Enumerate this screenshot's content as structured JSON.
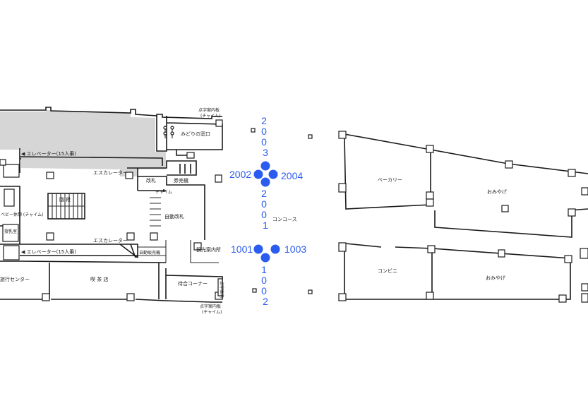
{
  "labels": {
    "tenji_top_1": "点字案内板",
    "tenji_top_2": "(チャイム)",
    "midori": "みどりの窓口",
    "elevator_top": "◀ エレベーター(15人乗)",
    "escalator_top": "エスカレーター",
    "kaisatsu": "改札",
    "kenbaiki": "券売機",
    "kaidan": "階 段",
    "jido_kaisatsu": "自動改札",
    "chime_small": "チャイム",
    "escalator_bottom": "エスカレーター",
    "elevator_bottom": "◀ エレベーター(15人乗)",
    "jido_hanbaiki": "自動販売機",
    "kanko_annai": "観光案内所",
    "concourse": "コンコース",
    "ryoko_center": "旅行センター",
    "kissaten": "喫 茶 店",
    "machiai": "待合コーナー",
    "tenji_bot_1": "点字案内板",
    "tenji_bot_2": "(チャイム)",
    "tenji_side": "点字案内",
    "sokkyu": "授乳室",
    "bakery": "ベーカリー",
    "omiyage_1": "おみやげ",
    "conveni": "コンビニ",
    "omiyage_2": "おみやげ",
    "left_small": "ベビー休憩 (チャイム)"
  },
  "markers": {
    "color": "#2b5cf0",
    "n2003": "2003",
    "n2002": "2002",
    "n2004": "2004",
    "n2001": "2001",
    "n1001": "1001",
    "n1003": "1003",
    "n1002": "1002"
  }
}
